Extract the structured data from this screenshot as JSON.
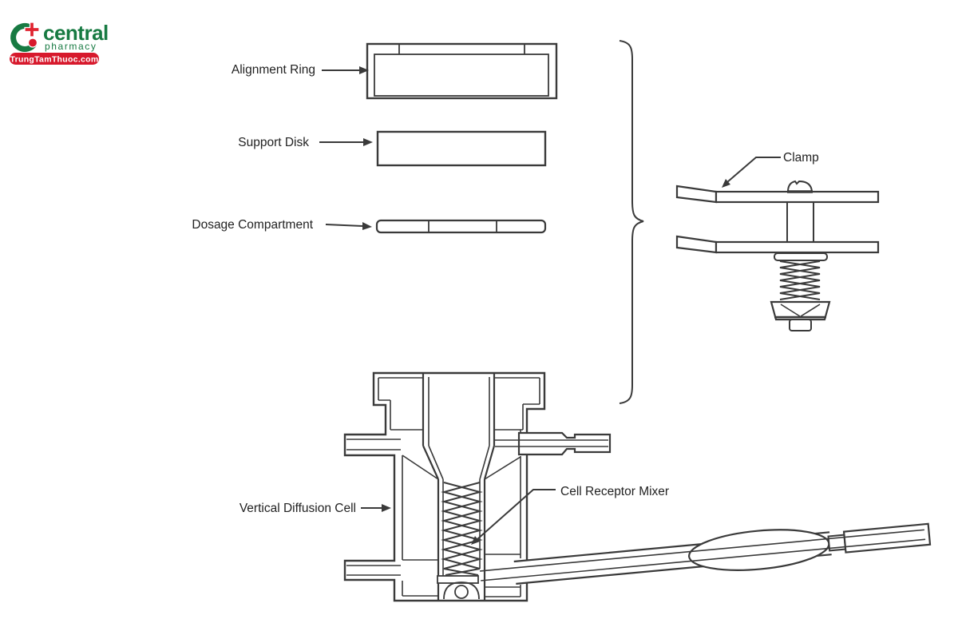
{
  "logo": {
    "brand": "central",
    "tagline": "pharmacy",
    "badge": "TrungTamThuoc.com",
    "colors": {
      "green": "#177a42",
      "red": "#d7192c"
    }
  },
  "diagram": {
    "type": "vertical-diffusion-cell-apparatus",
    "line_color": "#3a3a3a",
    "background": "#ffffff",
    "labels": {
      "alignment_ring": "Alignment Ring",
      "support_disk": "Support Disk",
      "dosage_compartment": "Dosage Compartment",
      "clamp": "Clamp",
      "vertical_diffusion_cell": "Vertical Diffusion Cell",
      "cell_receptor_mixer": "Cell Receptor Mixer"
    }
  }
}
